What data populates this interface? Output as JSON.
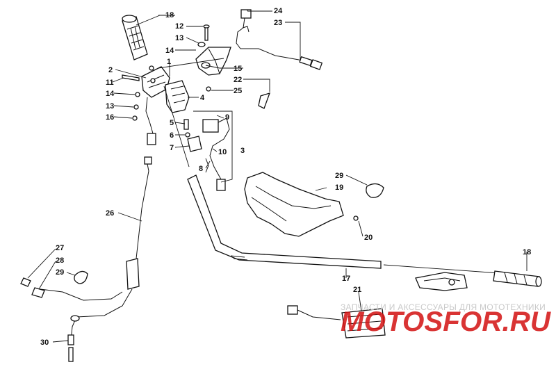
{
  "diagram": {
    "callouts": {
      "c1": "1",
      "c2": "2",
      "c3": "3",
      "c4": "4",
      "c5": "5",
      "c6": "6",
      "c7": "7",
      "c8": "8",
      "c9": "9",
      "c10": "10",
      "c11": "11",
      "c12": "12",
      "c13a": "13",
      "c13b": "13",
      "c14a": "14",
      "c14b": "14",
      "c15": "15",
      "c16": "16",
      "c17": "17",
      "c18a": "18",
      "c18b": "18",
      "c19": "19",
      "c20": "20",
      "c21": "21",
      "c22": "22",
      "c23": "23",
      "c24": "24",
      "c25": "25",
      "c26": "26",
      "c27": "27",
      "c28": "28",
      "c29a": "29",
      "c29b": "29",
      "c30": "30"
    }
  },
  "watermark": {
    "tagline": "ЗАПЧАСТИ И АКСЕССУАРЫ ДЛЯ МОТОТЕХНИКИ",
    "logo": "MOTOSFOR.RU",
    "logo_color": "#d31111"
  },
  "colors": {
    "line": "#111111",
    "background": "#ffffff"
  }
}
